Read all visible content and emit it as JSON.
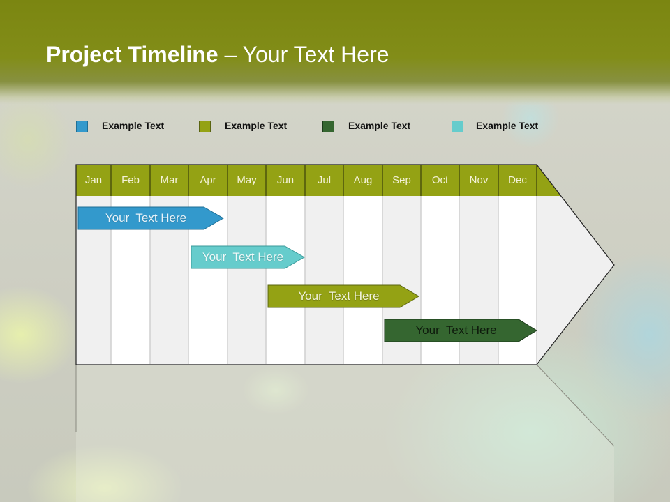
{
  "slide": {
    "title_bold": "Project Timeline",
    "title_rest": " – Your Text Here"
  },
  "legend": [
    {
      "label": "Example Text",
      "color": "#3399cc",
      "border": "#1f6f96"
    },
    {
      "label": "Example Text",
      "color": "#94a214",
      "border": "#5a6410"
    },
    {
      "label": "Example Text",
      "color": "#356630",
      "border": "#1c3a1a"
    },
    {
      "label": "Example Text",
      "color": "#66cccc",
      "border": "#3a9a9a"
    }
  ],
  "timeline": {
    "months": [
      "Jan",
      "Feb",
      "Mar",
      "Apr",
      "May",
      "Jun",
      "Jul",
      "Aug",
      "Sep",
      "Oct",
      "Nov",
      "Dec"
    ],
    "header_color": "#94a214",
    "bars": [
      {
        "label": "Your  Text Here",
        "color": "#3399cc",
        "text_color": "#e8f4fb",
        "start": "Jan",
        "end": "Apr"
      },
      {
        "label": "Your  Text Here",
        "color": "#66cccc",
        "text_color": "#eefafa",
        "start": "Apr",
        "end": "Jun"
      },
      {
        "label": "Your  Text Here",
        "color": "#94a214",
        "text_color": "#f2f4dc",
        "start": "Jun",
        "end": "Sep"
      },
      {
        "label": "Your  Text Here",
        "color": "#356630",
        "text_color": "#0e1a0c",
        "start": "Sep",
        "end": "Dec"
      }
    ]
  }
}
